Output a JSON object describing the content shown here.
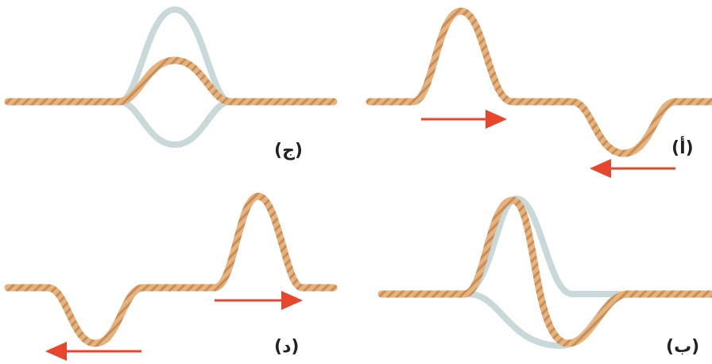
{
  "colors": {
    "rope": "#e6b27e",
    "rope_dark": "#c98e55",
    "ghost_rope": "#c9d8d8",
    "arrow": "#e8462c",
    "label": "#222222"
  },
  "panels": [
    {
      "id": "a",
      "label": "(أ)",
      "description_hidden": true
    },
    {
      "id": "b",
      "label": "(ب)"
    },
    {
      "id": "c",
      "label": "(ج)"
    },
    {
      "id": "d",
      "label": "(د)"
    }
  ]
}
